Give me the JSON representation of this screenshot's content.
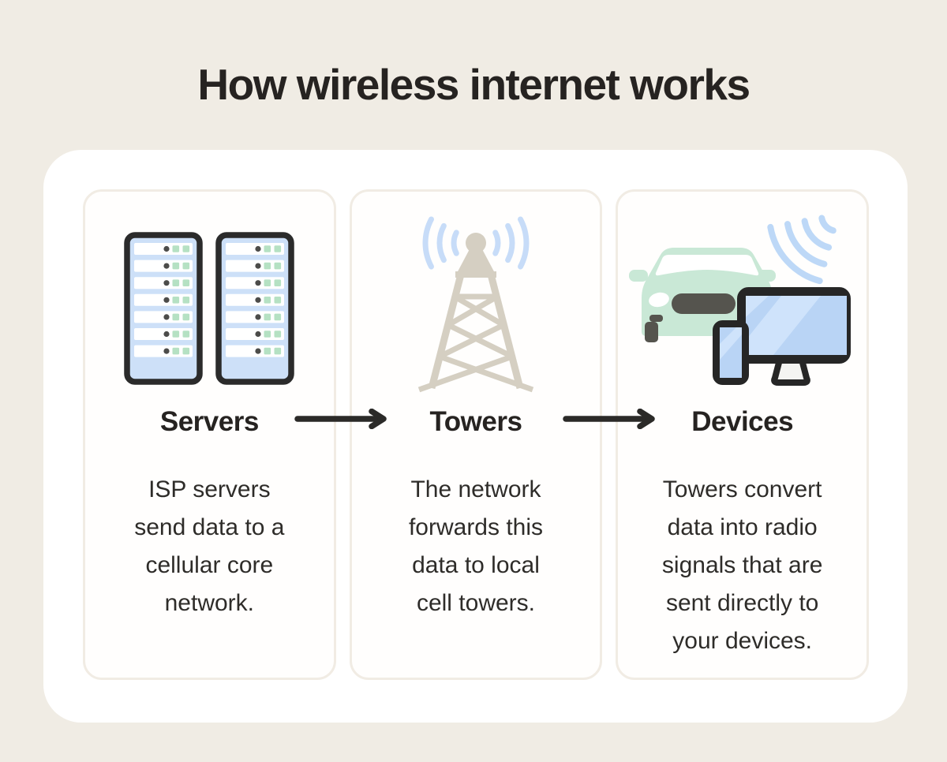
{
  "title": "How wireless internet works",
  "panels": [
    {
      "label": "Servers",
      "icon": "server-racks-icon",
      "description": "ISP servers send data to a cellular core network.",
      "lines": [
        "ISP servers",
        "send data to a",
        "cellular core",
        "network."
      ]
    },
    {
      "label": "Towers",
      "icon": "cell-tower-icon",
      "description": "The network forwards this data to local cell towers.",
      "lines": [
        "The network",
        "forwards this",
        "data to local",
        "cell towers."
      ]
    },
    {
      "label": "Devices",
      "icon": "devices-icon",
      "description": "Towers convert data into radio signals that are sent directly to your devices.",
      "lines": [
        "Towers convert",
        "data into radio",
        "signals that are",
        "sent directly to",
        "your devices."
      ]
    }
  ],
  "colors": {
    "background": "#f0ece4",
    "card": "#ffffff",
    "panel_border": "#f1ece4",
    "text": "#262321",
    "arrow": "#2b2a28",
    "icon_outline": "#262626",
    "screen_blue": "#b9d4f5",
    "screen_blue_light": "#cfe3fb",
    "server_blue": "#cde0f8",
    "wave_blue": "#c7dcf8",
    "car_green": "#c9e8d6",
    "server_green": "#b5e1c3",
    "tower_tan": "#d5cfc2",
    "detail_gray": "#55544e"
  }
}
